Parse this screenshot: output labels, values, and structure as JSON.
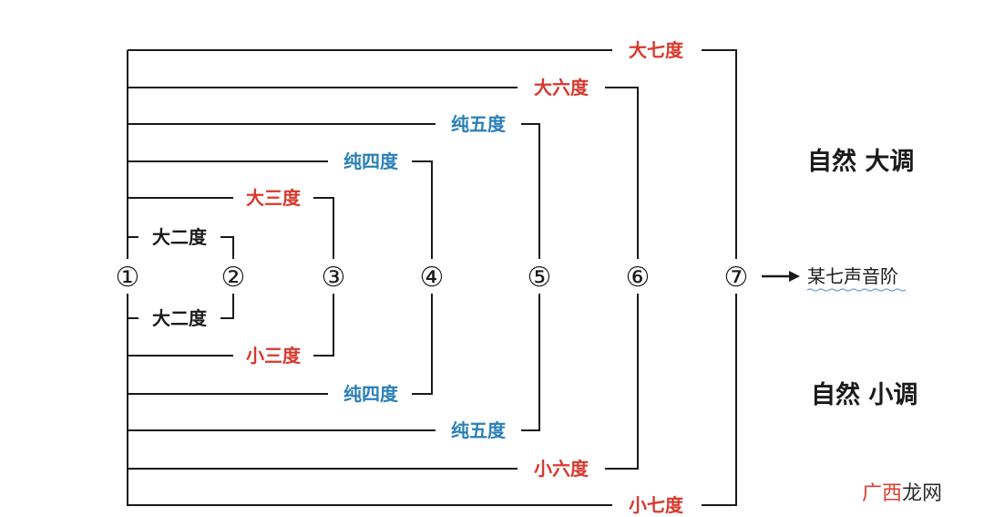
{
  "upper_intervals": [
    {
      "label": "大七度",
      "color": "#d9382c"
    },
    {
      "label": "大六度",
      "color": "#d9382c"
    },
    {
      "label": "纯五度",
      "color": "#2a7fb8"
    },
    {
      "label": "纯四度",
      "color": "#2a7fb8"
    },
    {
      "label": "大三度",
      "color": "#d9382c"
    },
    {
      "label": "大二度",
      "color": "#1a1a1a"
    }
  ],
  "lower_intervals": [
    {
      "label": "大二度",
      "color": "#1a1a1a"
    },
    {
      "label": "小三度",
      "color": "#d9382c"
    },
    {
      "label": "纯四度",
      "color": "#2a7fb8"
    },
    {
      "label": "纯五度",
      "color": "#2a7fb8"
    },
    {
      "label": "小六度",
      "color": "#d9382c"
    },
    {
      "label": "小七度",
      "color": "#d9382c"
    }
  ],
  "degrees": [
    "①",
    "②",
    "③",
    "④",
    "⑤",
    "⑥",
    "⑦"
  ],
  "major_title": "自然 大调",
  "minor_title": "自然 小调",
  "scale_note": "某七声音阶",
  "arrow_glyph": "→",
  "watermark": {
    "part1": "广西",
    "part2": "龙网"
  }
}
